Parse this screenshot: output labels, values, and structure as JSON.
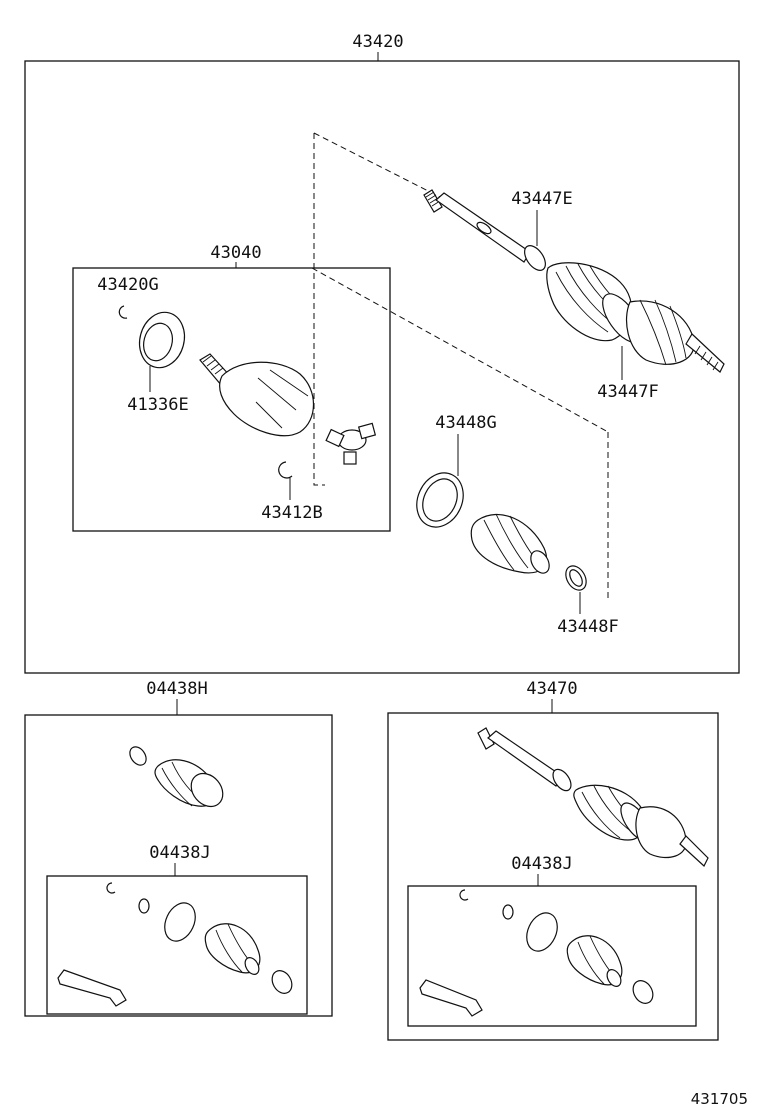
{
  "labels": {
    "assembly_main": "43420",
    "inboard_joint_kit": "43040",
    "clip_43420g": "43420G",
    "ring_41336e": "41336E",
    "snap_ring_43412b": "43412B",
    "clamp_43447e": "43447E",
    "clamp_43447f": "43447F",
    "clamp_43448g": "43448G",
    "clamp_43448f": "43448F",
    "boot_kit_left": "04438H",
    "boot_kit_left_sub": "04438J",
    "assembly_right": "43470",
    "boot_kit_right_sub": "04438J"
  },
  "figure_number": "431705"
}
